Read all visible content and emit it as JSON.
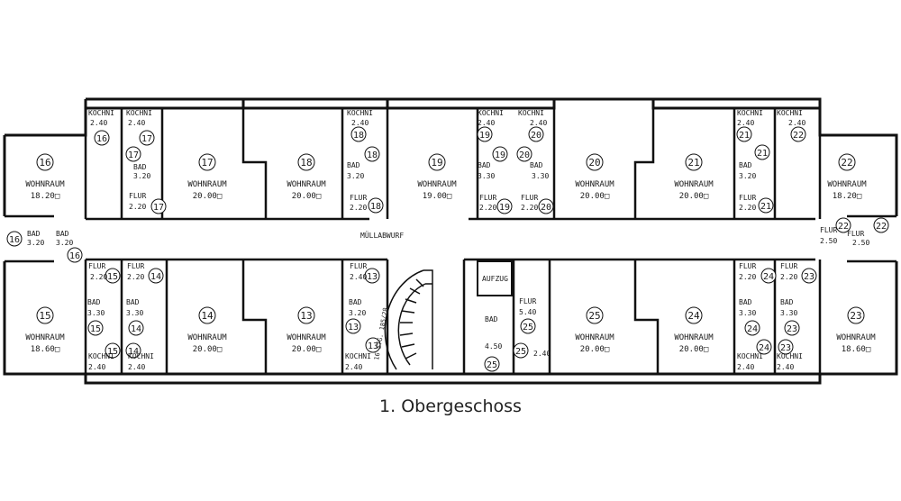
{
  "caption": "1. Obergeschoss",
  "special_labels": {
    "garbage_chute": "MÜLLABWURF",
    "elevator": "AUFZUG",
    "stairs": "16 STG. 185/28"
  },
  "rooms": [
    {
      "unit": "16",
      "label": "WOHNRAUM",
      "area": "18.20"
    },
    {
      "unit": "17",
      "label": "WOHNRAUM",
      "area": "20.00"
    },
    {
      "unit": "18",
      "label": "WOHNRAUM",
      "area": "20.00"
    },
    {
      "unit": "19",
      "label": "WOHNRAUM",
      "area": "19.00"
    },
    {
      "unit": "20",
      "label": "WOHNRAUM",
      "area": "20.00"
    },
    {
      "unit": "21",
      "label": "WOHNRAUM",
      "area": "20.00"
    },
    {
      "unit": "22",
      "label": "WOHNRAUM",
      "area": "18.20"
    },
    {
      "unit": "15",
      "label": "WOHNRAUM",
      "area": "18.60"
    },
    {
      "unit": "14",
      "label": "WOHNRAUM",
      "area": "20.00"
    },
    {
      "unit": "13",
      "label": "WOHNRAUM",
      "area": "20.00"
    },
    {
      "unit": "25",
      "label": "WOHNRAUM",
      "area": "20.00"
    },
    {
      "unit": "24",
      "label": "WOHNRAUM",
      "area": "20.00"
    },
    {
      "unit": "23",
      "label": "WOHNRAUM",
      "area": "18.60"
    }
  ],
  "small_labels": [
    "KOCHNI",
    "2.40",
    "KOCHNI",
    "2.40",
    "KOCHNI",
    "2.40",
    "KOCHNI",
    "2.40",
    "KOCHNI",
    "2.40",
    "KOCHNI",
    "2.40",
    "KOCHNI",
    "2.40",
    "BAD",
    "3.20",
    "FLUR",
    "2.20",
    "BAD",
    "3.20",
    "FLUR",
    "2.20",
    "BAD",
    "3.30",
    "FLUR",
    "2.20",
    "BAD",
    "3.30",
    "FLUR",
    "2.20",
    "BAD",
    "3.20",
    "FLUR",
    "2.20",
    "BAD",
    "3.20",
    "FLUR",
    "2.50",
    "BAD",
    "3.20",
    "FLUR",
    "2.50",
    "FLUR",
    "2.20",
    "FLUR",
    "2.20",
    "BAD",
    "3.30",
    "BAD",
    "3.30",
    "KOCHNI",
    "2.40",
    "KOCHNI",
    "2.40",
    "FLUR",
    "2.40",
    "BAD",
    "3.20",
    "KOCHNI",
    "2.40",
    "BAD",
    "4.50",
    "FLUR",
    "5.40",
    "2.40",
    "FLUR",
    "2.20",
    "FLUR",
    "2.20",
    "BAD",
    "3.30",
    "BAD",
    "3.30",
    "KOCHNI",
    "2.40",
    "KOCHNI",
    "2.40"
  ],
  "unit_markers": [
    "16",
    "17",
    "17",
    "17",
    "18",
    "18",
    "18",
    "19",
    "19",
    "19",
    "20",
    "20",
    "20",
    "21",
    "21",
    "21",
    "22",
    "22",
    "22",
    "16",
    "16",
    "15",
    "14",
    "15",
    "14",
    "15",
    "14",
    "13",
    "13",
    "13",
    "25",
    "25",
    "25",
    "24",
    "24",
    "24",
    "23",
    "23",
    "23"
  ]
}
